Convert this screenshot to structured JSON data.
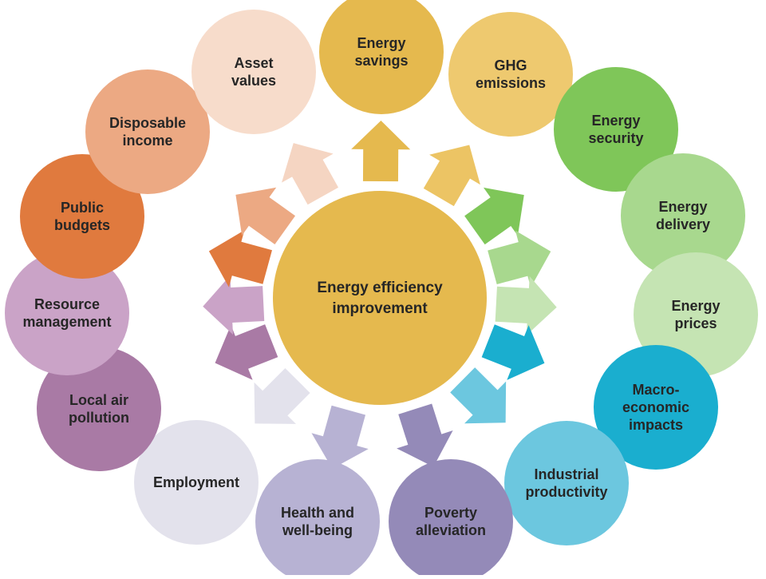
{
  "center": {
    "lines": [
      "Energy efficiency",
      "improvement"
    ],
    "color": "#e5b94e"
  },
  "benefits": [
    {
      "name": "energy-savings",
      "lines": [
        "Energy",
        "savings"
      ],
      "color": "#e5b94e",
      "arrow_color": "#e5b94e"
    },
    {
      "name": "ghg-emissions",
      "lines": [
        "GHG",
        "emissions"
      ],
      "color": "#eec96f",
      "arrow_color": "#ecc464"
    },
    {
      "name": "energy-security",
      "lines": [
        "Energy",
        "security"
      ],
      "color": "#7fc659",
      "arrow_color": "#7fc659"
    },
    {
      "name": "energy-delivery",
      "lines": [
        "Energy",
        "delivery"
      ],
      "color": "#a8d88e",
      "arrow_color": "#a8d88e"
    },
    {
      "name": "energy-prices",
      "lines": [
        "Energy",
        "prices"
      ],
      "color": "#c5e4b3",
      "arrow_color": "#c5e4b3"
    },
    {
      "name": "macro-economic-impacts",
      "lines": [
        "Macro-",
        "economic",
        "impacts"
      ],
      "color": "#1aaecf",
      "arrow_color": "#1aaecf"
    },
    {
      "name": "industrial-productivity",
      "lines": [
        "Industrial",
        "productivity"
      ],
      "color": "#6cc7df",
      "arrow_color": "#6cc7df"
    },
    {
      "name": "poverty-alleviation",
      "lines": [
        "Poverty",
        "alleviation"
      ],
      "color": "#948ab8",
      "arrow_color": "#948ab8"
    },
    {
      "name": "health-and-well-being",
      "lines": [
        "Health and",
        "well-being"
      ],
      "color": "#b7b2d3",
      "arrow_color": "#b7b2d3"
    },
    {
      "name": "employment",
      "lines": [
        "Employment"
      ],
      "color": "#e3e2ec",
      "arrow_color": "#e3e2ec"
    },
    {
      "name": "local-air-pollution",
      "lines": [
        "Local air",
        "pollution"
      ],
      "color": "#a97aa5",
      "arrow_color": "#a97aa5"
    },
    {
      "name": "resource-management",
      "lines": [
        "Resource",
        "management"
      ],
      "color": "#caa3c7",
      "arrow_color": "#caa3c7"
    },
    {
      "name": "public-budgets",
      "lines": [
        "Public",
        "budgets"
      ],
      "color": "#e07a3e",
      "arrow_color": "#e07a3e"
    },
    {
      "name": "disposable-income",
      "lines": [
        "Disposable",
        "income"
      ],
      "color": "#eca983",
      "arrow_color": "#eca983"
    },
    {
      "name": "asset-values",
      "lines": [
        "Asset",
        "values"
      ],
      "color": "#f7dccb",
      "arrow_color": "#f5d5c2"
    }
  ]
}
